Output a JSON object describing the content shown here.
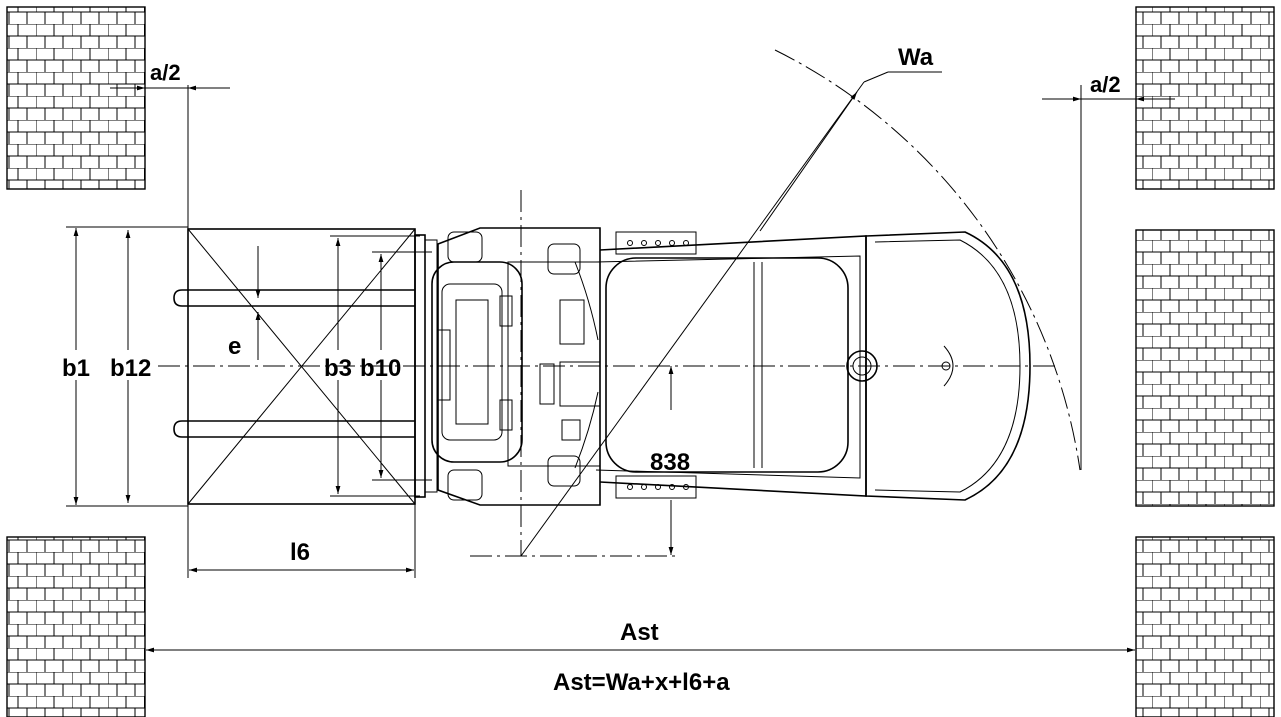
{
  "labels": {
    "half_gap_left": "a/2",
    "half_gap_right": "a/2",
    "turning_radius": "Wa",
    "width_b1": "b1",
    "width_b12": "b12",
    "width_b3": "b3",
    "width_b10": "b10",
    "offset_e": "e",
    "length_l6": "l6",
    "offset_838": "838",
    "aisle_width": "Ast",
    "formula": "Ast=Wa+x+l6+a"
  },
  "colors": {
    "line": "#000000",
    "background": "#ffffff"
  }
}
